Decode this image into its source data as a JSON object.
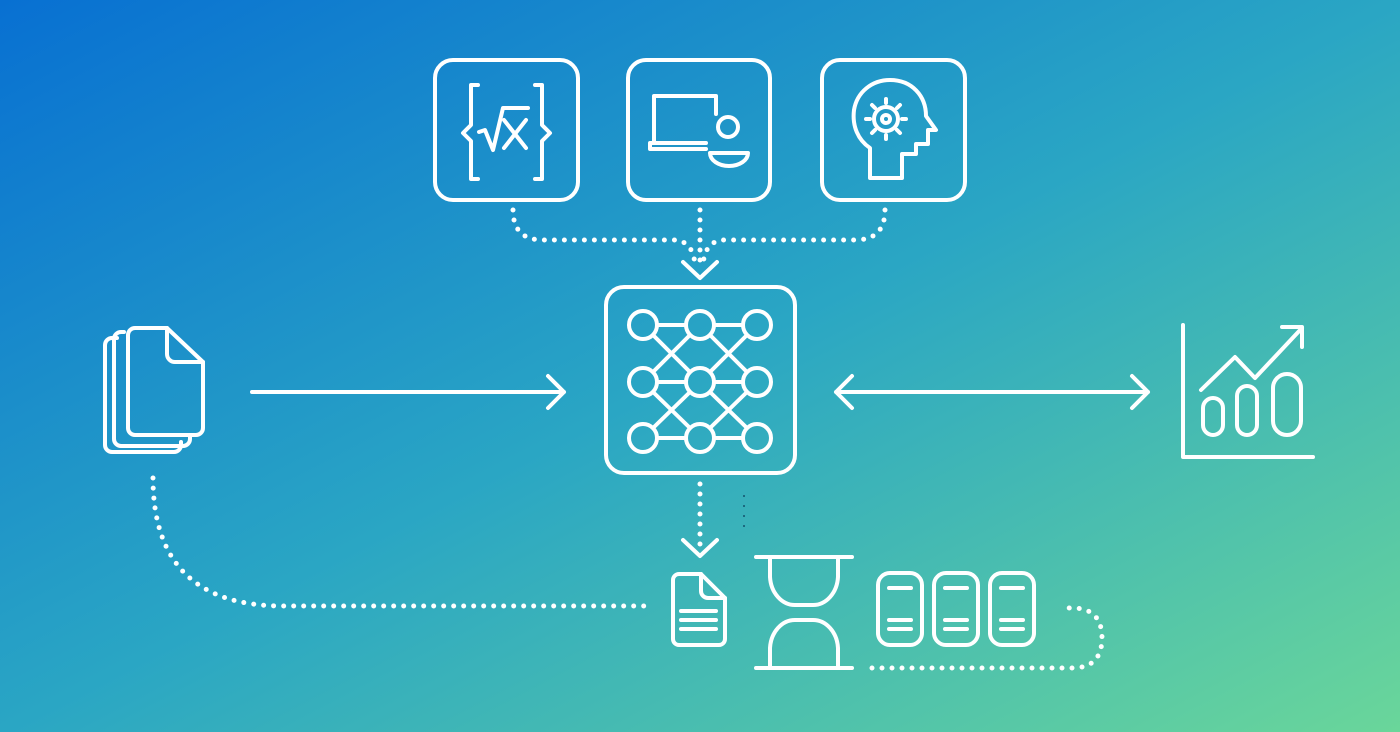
{
  "colors": {
    "background_start": "#0870D2",
    "background_mid": "#2AA6C4",
    "background_end": "#6AD69A",
    "stroke": "#FFFFFF"
  },
  "nodes": [
    {
      "id": "math-formula",
      "icon": "sqrt-x-braces-icon"
    },
    {
      "id": "laptop-user",
      "icon": "laptop-user-icon"
    },
    {
      "id": "head-gear",
      "icon": "head-gear-icon"
    },
    {
      "id": "neural-network",
      "icon": "neural-network-icon"
    },
    {
      "id": "documents",
      "icon": "document-stack-icon"
    },
    {
      "id": "analytics",
      "icon": "chart-trend-icon"
    },
    {
      "id": "output-document",
      "icon": "document-icon"
    },
    {
      "id": "hourglass",
      "icon": "hourglass-icon"
    },
    {
      "id": "servers",
      "icon": "server-icon"
    }
  ]
}
